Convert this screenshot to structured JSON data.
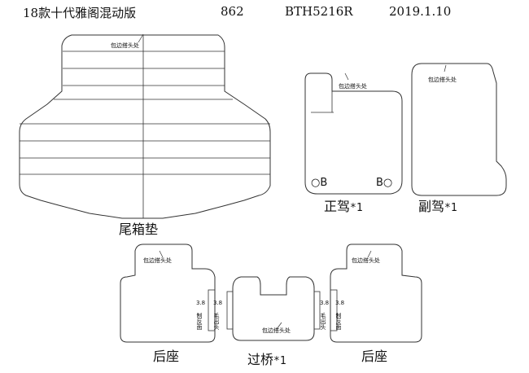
{
  "header": {
    "model": "18款十代雅阁混动版",
    "code": "862",
    "part_no": "BTH5216R",
    "date": "2019.1.10"
  },
  "note": "包边搭头处",
  "pieces": {
    "trunk": {
      "name": "尾箱垫"
    },
    "driver": {
      "name": "正驾",
      "count": "*1",
      "mark_left": "○B",
      "mark_right": "B○"
    },
    "passenger": {
      "name": "副驾",
      "count": "*1"
    },
    "rear_left": {
      "name": "后座",
      "side_num": "3.8",
      "side_a": "制反面",
      "side_b": "毛出头"
    },
    "bridge": {
      "name": "过桥",
      "count": "*1"
    },
    "rear_right": {
      "name": "后座",
      "side_num": "3.8",
      "side_a": "制反面",
      "side_b": "毛出头"
    }
  }
}
